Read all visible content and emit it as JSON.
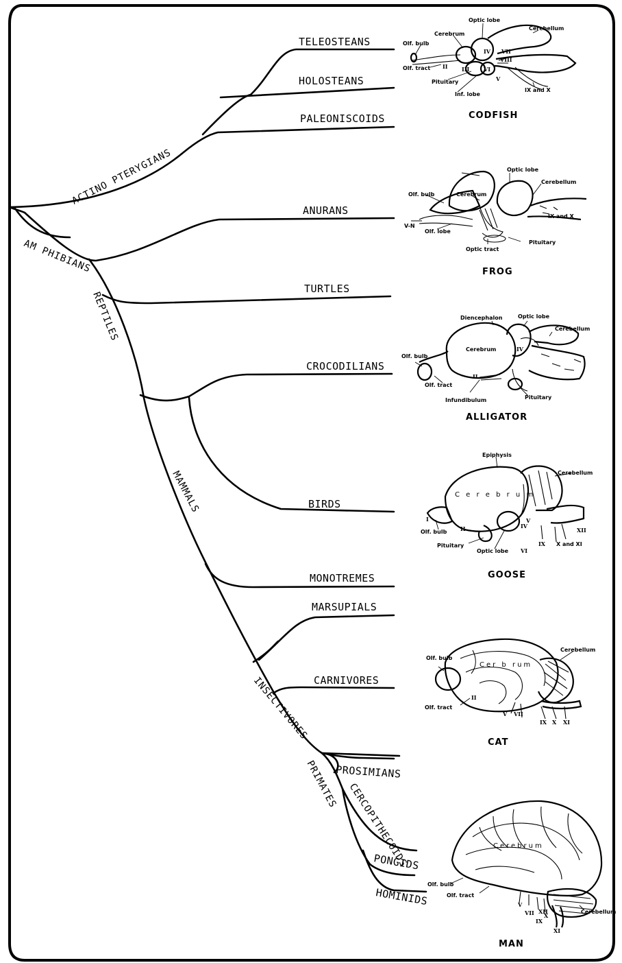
{
  "tree": {
    "groups": {
      "actinopterygians": "ACTINO PTERYGIANS",
      "amphibians": "AM PHIBIANS",
      "reptiles": "REPTILES",
      "mammals": "MAMMALS",
      "insectivores": "INSECTIVORES",
      "primates": "PRIMATES",
      "cercopithecoids": "CERCOPITHECOIDS"
    },
    "tips": {
      "teleosteans": "TELEOSTEANS",
      "holosteans": "HOLOSTEANS",
      "paleoniscoids": "PALEONISCOIDS",
      "anurans": "ANURANS",
      "turtles": "TURTLES",
      "crocodilians": "CROCODILIANS",
      "birds": "BIRDS",
      "monotremes": "MONOTREMES",
      "marsupials": "MARSUPIALS",
      "carnivores": "CARNIVORES",
      "prosimians": "PROSIMIANS",
      "pongids": "PONGIDS",
      "hominids": "HOMINIDS"
    }
  },
  "brains": {
    "codfish": {
      "title": "CODFISH",
      "labels": {
        "optic_lobe": "Optic lobe",
        "cerebellum": "Cerebellum",
        "cerebrum": "Cerebrum",
        "olf_bulb": "Olf. bulb",
        "olf_tract": "Olf. tract",
        "pituitary": "Pituitary",
        "inf_lobe": "Inf. lobe",
        "ix_and_x": "IX and X"
      },
      "numerals": {
        "ii": "II",
        "iii": "III",
        "iv": "IV",
        "v": "V",
        "vi": "VI",
        "vii": "VII",
        "viii": "VIII"
      }
    },
    "frog": {
      "title": "FROG",
      "labels": {
        "optic_lobe": "Optic lobe",
        "cerebellum": "Cerebellum",
        "olf_bulb": "Olf. bulb",
        "cerebrum": "Cerebrum",
        "v_n": "V-N",
        "olf_lobe": "Olf. lobe",
        "optic_tract": "Optic tract",
        "pituitary": "Pituitary",
        "ix_and_x": "IX and X"
      }
    },
    "alligator": {
      "title": "ALLIGATOR",
      "labels": {
        "diencephalon": "Diencephalon",
        "optic_lobe": "Optic lobe",
        "cerebellum": "Cerebellum",
        "cerebrum": "Cerebrum",
        "olf_bulb": "Olf. bulb",
        "olf_tract": "Olf. tract",
        "infundibulum": "Infundibulum",
        "pituitary": "Pituitary"
      },
      "numerals": {
        "ii": "II",
        "iv": "IV"
      }
    },
    "goose": {
      "title": "GOOSE",
      "labels": {
        "epiphysis": "Epiphysis",
        "cerebellum": "Cerebellum",
        "cerebrum": "C e r e b r u m",
        "olf_bulb": "Olf. bulb",
        "pituitary": "Pituitary",
        "optic_lobe": "Optic lobe",
        "x_and_xi": "X and XI"
      },
      "numerals": {
        "i": "I",
        "ii": "II",
        "iv": "IV",
        "v": "V",
        "vi": "VI",
        "ix": "IX",
        "xii": "XII"
      }
    },
    "cat": {
      "title": "CAT",
      "labels": {
        "olf_bulb": "Olf. bulb",
        "cerebrum": "Cer b rum",
        "cerebellum": "Cerebellum",
        "olf_tract": "Olf. tract"
      },
      "numerals": {
        "ii": "II",
        "v": "V",
        "vii": "VII",
        "ix": "IX",
        "x": "X",
        "xi": "XI"
      }
    },
    "man": {
      "title": "MAN",
      "labels": {
        "cerebrum": "Cerebrum",
        "olf_bulb": "Olf. bulb",
        "olf_tract": "Olf. tract",
        "cerebellum": "Cerebellum"
      },
      "numerals": {
        "v": "V",
        "vii": "VII",
        "ix": "IX",
        "x": "X",
        "xi": "XI",
        "xii": "XII"
      }
    }
  }
}
